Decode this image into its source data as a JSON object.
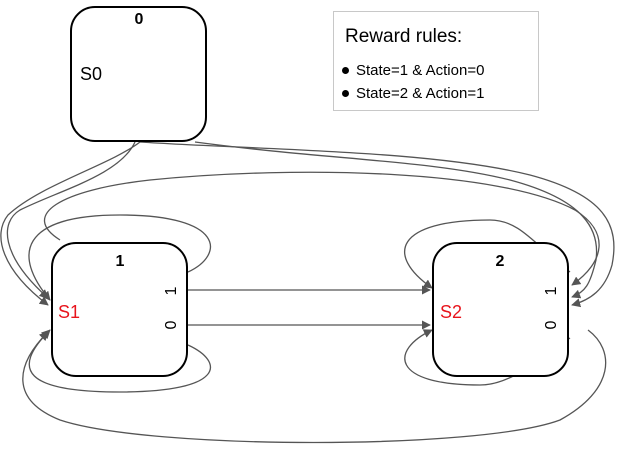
{
  "states": [
    {
      "index": "0",
      "name": "S0",
      "name_color": "#000000"
    },
    {
      "index": "1",
      "name": "S1",
      "name_color": "#e8141c",
      "action_top": "1",
      "action_bottom": "0"
    },
    {
      "index": "2",
      "name": "S2",
      "name_color": "#e8141c",
      "action_top": "1",
      "action_bottom": "0"
    }
  ],
  "legend": {
    "title": "Reward rules:",
    "rules": [
      "State=1 & Action=0",
      "State=2 & Action=1"
    ]
  },
  "colors": {
    "edge": "#555555",
    "highlight": "#e8141c",
    "legend_border": "#c8c8c8"
  }
}
